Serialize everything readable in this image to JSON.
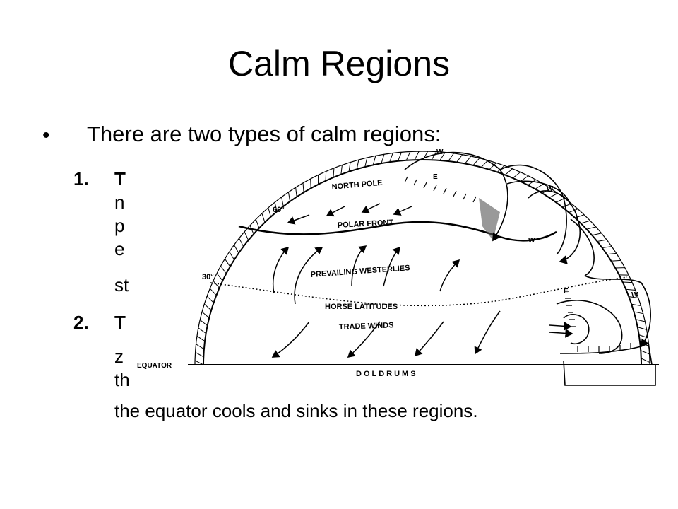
{
  "slide": {
    "title": "Calm Regions",
    "bullet": "There are two types of calm regions:",
    "items": [
      {
        "num": "1.",
        "lines": [
          "T",
          "n",
          "p",
          "e",
          "st"
        ]
      },
      {
        "num": "2.",
        "lines": [
          "T",
          "z",
          "th",
          "the equator cools and sinks in these regions."
        ]
      }
    ]
  },
  "diagram": {
    "labels": {
      "north_pole": "NORTH POLE",
      "polar_front": "POLAR FRONT",
      "prevailing_westerlies": "PREVAILING WESTERLIES",
      "horse_latitudes": "HORSE LATITUDES",
      "trade_winds": "TRADE WINDS",
      "doldrums": "DOLDRUMS",
      "equator": "EQUATOR",
      "lat_60": "60°",
      "lat_30": "30°",
      "w1": "W",
      "w2": "W",
      "w3": "W",
      "w4": "W",
      "e1": "E",
      "e2": "E"
    }
  }
}
